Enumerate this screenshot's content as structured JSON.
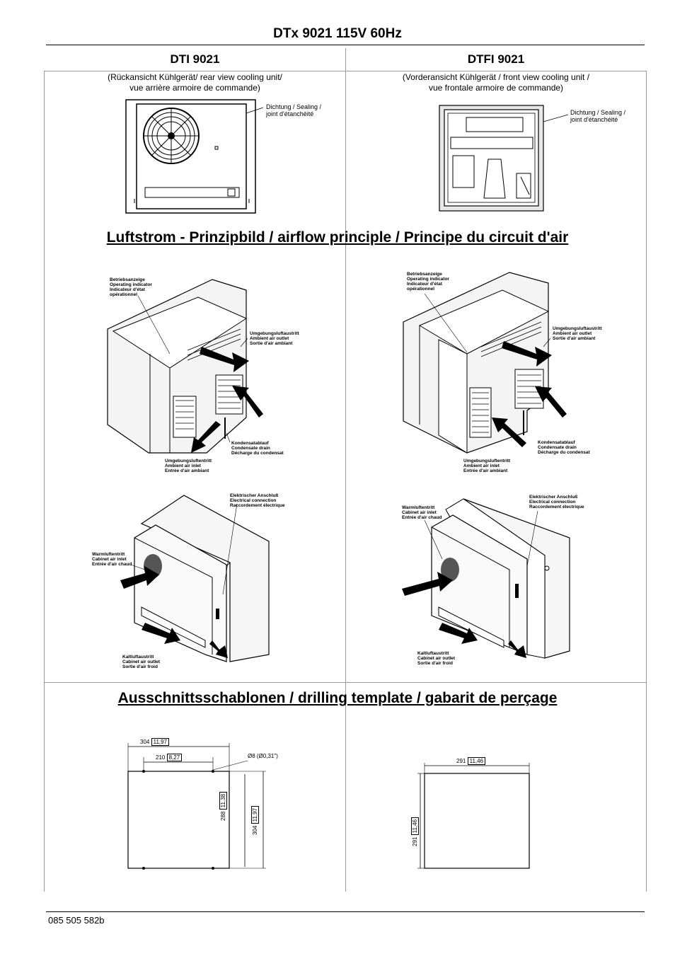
{
  "page": {
    "title": "DTx 9021 115V 60Hz",
    "footer": "085 505 582b"
  },
  "columns": {
    "left": {
      "heading": "DTI 9021",
      "caption_line1": "(Rückansicht Kühlgerät/ rear view cooling unit/",
      "caption_line2": "vue arrière armoire de commande)",
      "seal_line1": "Dichtung / Sealing /",
      "seal_line2": "joint d'étanchéité"
    },
    "right": {
      "heading": "DTFI 9021",
      "caption_line1": "(Vorderansicht Kühlgerät / front view cooling unit /",
      "caption_line2": "vue frontale armoire de commande)",
      "seal_line1": "Dichtung / Sealing /",
      "seal_line2": "joint d'étanchéité"
    }
  },
  "airflow": {
    "heading": "Luftstrom - Prinzipbild / airflow principle /  Principe du circuit d'air",
    "labels": {
      "operating": [
        "Betriebsanzeige",
        "Operating indicator",
        "Indicateur d'état",
        "opérationnel"
      ],
      "ambient_outlet": [
        "Umgebungsluftaustritt",
        "Ambient air outlet",
        "Sortie d'air ambiant"
      ],
      "condensate": [
        "Kondensatablauf",
        "Condensate drain",
        "Décharge du condensat"
      ],
      "ambient_inlet": [
        "Umgebungsluftentritt",
        "Ambient air inlet",
        "Entrée d'air ambiant"
      ],
      "electrical": [
        "Elektrischer Anschluß",
        "Electrical connection",
        "Raccordement électrique"
      ],
      "warm_inlet": [
        "Warmluftentritt",
        "Cabinet air inlet",
        "Entrée d'air chaud"
      ],
      "cold_outlet": [
        "Kaltluftaustritt",
        "Cabinet air outlet",
        "Sortie d'air froid"
      ]
    }
  },
  "drilling": {
    "heading": "Ausschnittsschablonen / drilling template / gabarit de perçage",
    "left_dims": {
      "top_outer": "304",
      "top_outer_in": "11,97",
      "top_inner": "210",
      "top_inner_in": "8,27",
      "hole": "Ø8 (Ø0,31\")",
      "height_inner": "288",
      "height_inner_in": "11,38",
      "height_outer": "304",
      "height_outer_in": "11,97"
    },
    "right_dims": {
      "top": "291",
      "top_in": "11,46",
      "height": "291",
      "height_in": "11,46"
    }
  }
}
